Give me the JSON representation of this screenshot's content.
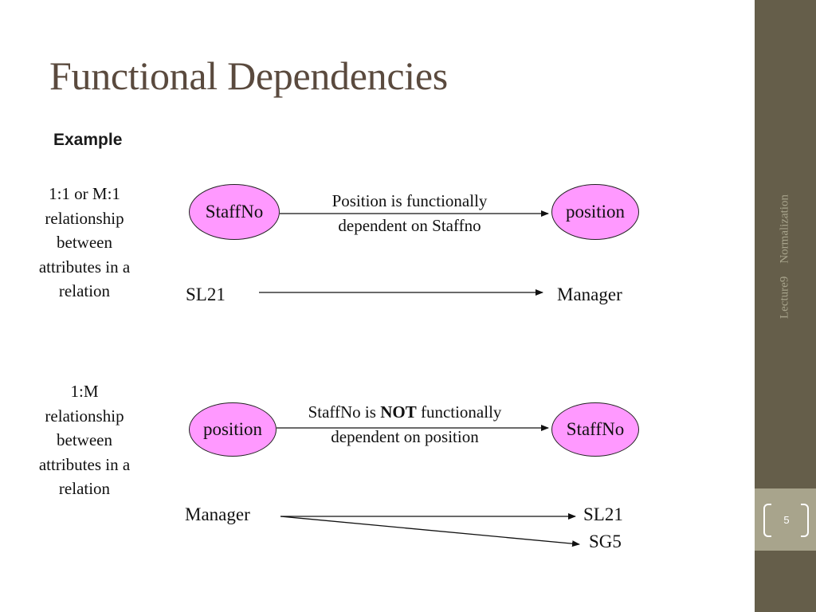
{
  "slide": {
    "title": "Functional Dependencies",
    "subtitle": "Example",
    "footer": {
      "lecture": "Lecture9",
      "topic": "Normalization"
    },
    "page_number": "5"
  },
  "example1": {
    "note_lines": [
      "1:1 or M:1",
      "relationship",
      "between",
      "attributes in a",
      "relation"
    ],
    "left_node": "StaffNo",
    "right_node": "position",
    "caption_lines": [
      "Position is functionally",
      "dependent on Staffno"
    ],
    "instance_left": "SL21",
    "instance_right": "Manager"
  },
  "example2": {
    "note_lines": [
      "1:M",
      "relationship",
      "between",
      "attributes in a",
      "relation"
    ],
    "left_node": "position",
    "right_node": "StaffNo",
    "caption": {
      "prefix": "StaffNo is ",
      "emphasis": "NOT",
      "suffix": " functionally",
      "line2": "dependent on position"
    },
    "instance_left": "Manager",
    "instance_right_1": "SL21",
    "instance_right_2": "SG5"
  },
  "colors": {
    "node_fill": "#ff99ff",
    "title": "#5a4a3e",
    "sidebar": "#655e4a",
    "sidebar_band": "#a8a48c"
  }
}
